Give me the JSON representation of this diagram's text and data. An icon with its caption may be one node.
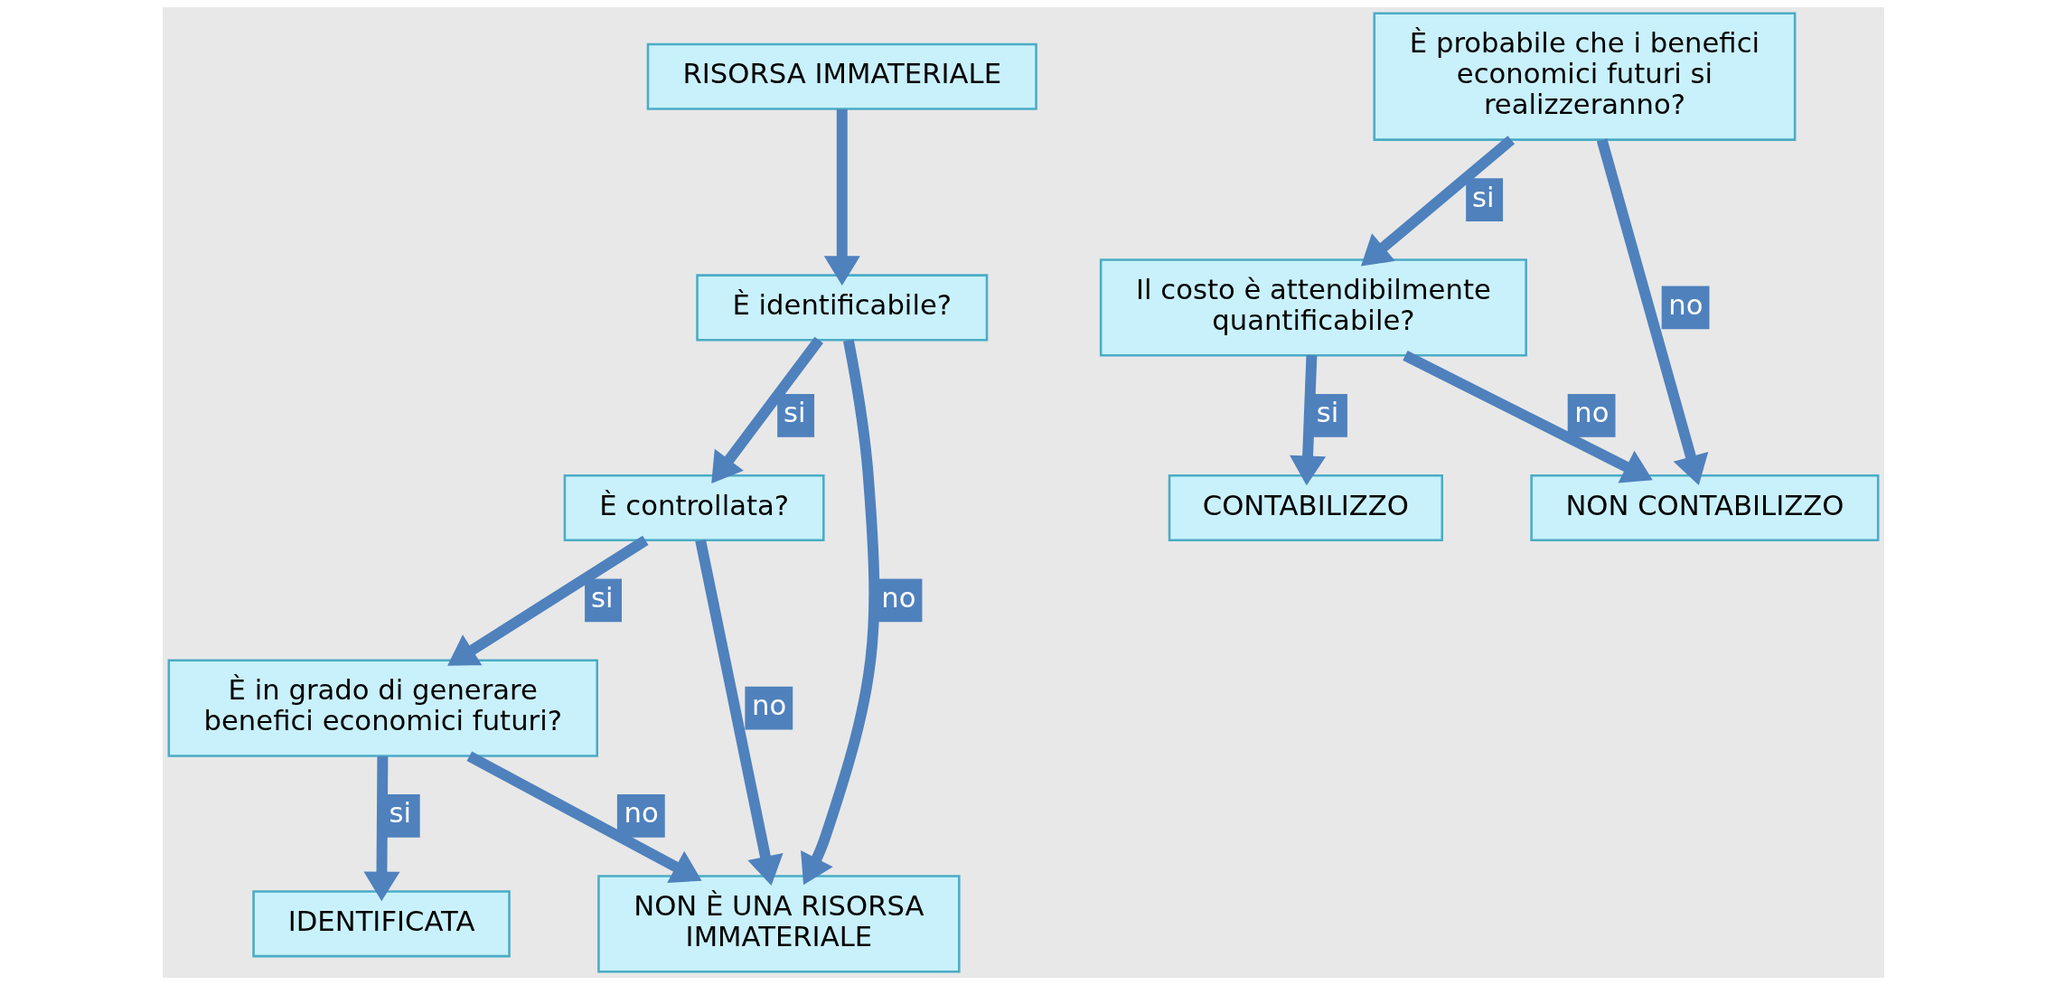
{
  "diagram": {
    "nodes": [
      {
        "text": [
          "RISORSA IMMATERIALE"
        ]
      },
      {
        "text": [
          "È identificabile?"
        ]
      },
      {
        "text": [
          "È controllata?"
        ]
      },
      {
        "text": [
          "È in grado di generare benefici economici futuri?"
        ]
      },
      {
        "text": [
          "IDENTIFICATA"
        ]
      },
      {
        "text": [
          "NON È UNA RISORSA IMMATERIALE"
        ]
      },
      {
        "text": [
          "È probabile che i benefici economici futuri si realizzeranno?"
        ]
      },
      {
        "text": [
          "Il costo è attendibilmente quantificabile?"
        ]
      },
      {
        "text": [
          "CONTABILIZZO"
        ]
      },
      {
        "text": [
          "NON CONTABILIZZO"
        ]
      }
    ],
    "edges": [
      {
        "from": 0,
        "to": 1,
        "arrow": "to"
      },
      {
        "from": 1,
        "to": 2,
        "arrow": "to",
        "label": "si"
      },
      {
        "from": 2,
        "to": 3,
        "arrow": "to",
        "label": "si"
      },
      {
        "from": 3,
        "to": 4,
        "arrow": "to",
        "label": "si"
      },
      {
        "from": 1,
        "to": 5,
        "arrow": "to",
        "label": "no"
      },
      {
        "from": 2,
        "to": 5,
        "arrow": "to",
        "label": "no"
      },
      {
        "from": 3,
        "to": 5,
        "arrow": "to",
        "label": "no"
      },
      {
        "from": 6,
        "to": 7,
        "arrow": "to",
        "label": "si"
      },
      {
        "from": 7,
        "to": 8,
        "arrow": "to",
        "label": "si"
      },
      {
        "from": 6,
        "to": 9,
        "arrow": "to",
        "label": "no"
      },
      {
        "from": 7,
        "to": 9,
        "arrow": "to",
        "label": "no"
      }
    ]
  }
}
